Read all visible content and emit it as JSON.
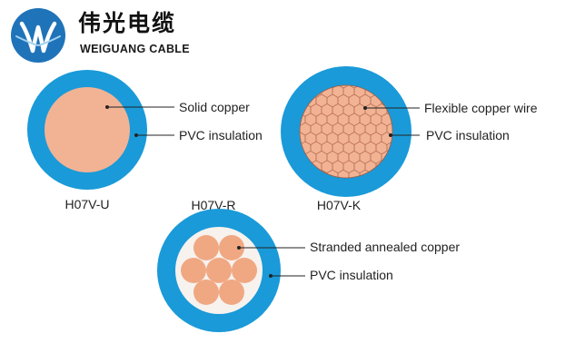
{
  "brand": {
    "name_cn": "伟光电缆",
    "name_en": "WEIGUANG CABLE",
    "logo_icon": "w-logo-icon"
  },
  "colors": {
    "insulation": "#1a9ad8",
    "copper": "#f2b394",
    "copper_strand": "#f0a883",
    "filler": "#f7f2ee",
    "logo_blue": "#1f73b9"
  },
  "cables": [
    {
      "caption": "H07V-U",
      "labels": [
        "Solid copper",
        "PVC insulation"
      ]
    },
    {
      "caption": "H07V-K",
      "labels": [
        "Flexible copper wire",
        "PVC insulation"
      ]
    },
    {
      "caption": "H07V-R",
      "labels": [
        "Stranded annealed copper",
        "PVC insulation"
      ]
    }
  ]
}
